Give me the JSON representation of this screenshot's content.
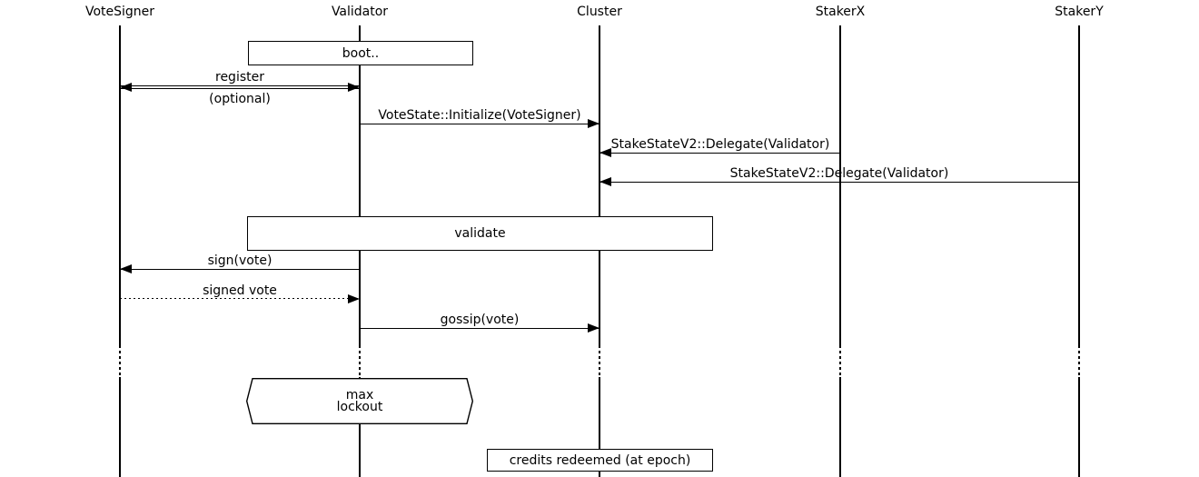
{
  "colors": {
    "ink": "#000000",
    "paper": "#ffffff"
  },
  "participants": [
    {
      "label": "VoteSigner"
    },
    {
      "label": "Validator"
    },
    {
      "label": "Cluster"
    },
    {
      "label": "StakerX"
    },
    {
      "label": "StakerY"
    }
  ],
  "boxes": {
    "boot": {
      "label": "boot.."
    },
    "validate": {
      "label": "validate"
    },
    "credits_redeemed": {
      "label": "credits redeemed (at epoch)"
    }
  },
  "messages": {
    "register": {
      "label": "register",
      "qualifier": "(optional)",
      "from": "VoteSigner",
      "to": "Validator",
      "style": "double-line, arrows both ends"
    },
    "vote_init": {
      "label": "VoteState::Initialize(VoteSigner)",
      "from": "Validator",
      "to": "Cluster",
      "style": "solid"
    },
    "delegate_x": {
      "label": "StakeStateV2::Delegate(Validator)",
      "from": "StakerX",
      "to": "Cluster",
      "style": "solid"
    },
    "delegate_y": {
      "label": "StakeStateV2::Delegate(Validator)",
      "from": "StakerY",
      "to": "Cluster",
      "style": "solid"
    },
    "sign_vote": {
      "label": "sign(vote)",
      "from": "Validator",
      "to": "VoteSigner",
      "style": "solid"
    },
    "signed_vote": {
      "label": "signed vote",
      "from": "VoteSigner",
      "to": "Validator",
      "style": "dotted"
    },
    "gossip_vote": {
      "label": "gossip(vote)",
      "from": "Validator",
      "to": "Cluster",
      "style": "solid"
    }
  },
  "shapes": {
    "max_lockout": {
      "line1": "max",
      "line2": "lockout"
    }
  }
}
